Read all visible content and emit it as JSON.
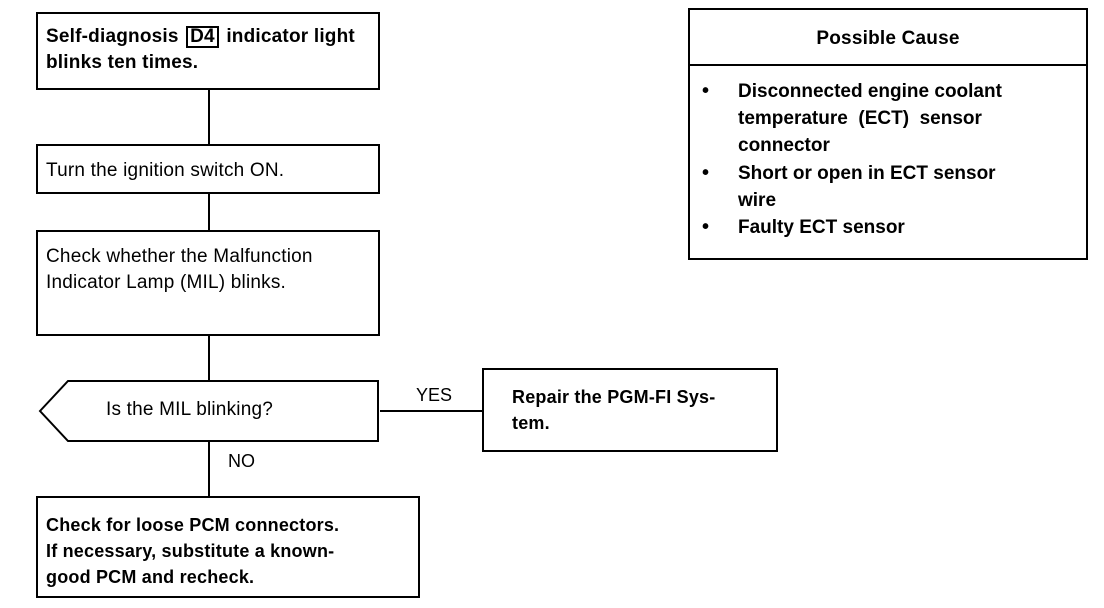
{
  "flow": {
    "step1": {
      "line1_before": "Self-diagnosis",
      "code": "D4",
      "line1_after": "indicator light",
      "line2": "blinks ten times."
    },
    "step2": {
      "text": "Turn the ignition switch ON."
    },
    "step3": {
      "line1": "Check whether the Malfunction",
      "line2": "Indicator Lamp (MIL) blinks."
    },
    "decision": {
      "text": "Is the MIL blinking?"
    },
    "yes_label": "YES",
    "no_label": "NO",
    "yes_action": {
      "line1": "Repair the PGM-FI Sys-",
      "line2": "tem."
    },
    "no_action": {
      "line1": "Check for loose PCM connectors.",
      "line2": "If necessary, substitute a known-",
      "line3": "good PCM and recheck."
    }
  },
  "possible_cause": {
    "title": "Possible Cause",
    "bullet_glyph": "•",
    "items": [
      {
        "line1": "Disconnected engine coolant",
        "line2": "temperature  (ECT)  sensor",
        "line3": "connector"
      },
      {
        "line1": "Short or open in ECT sensor",
        "line2": "wire"
      },
      {
        "line1": "Faulty ECT sensor"
      }
    ]
  }
}
